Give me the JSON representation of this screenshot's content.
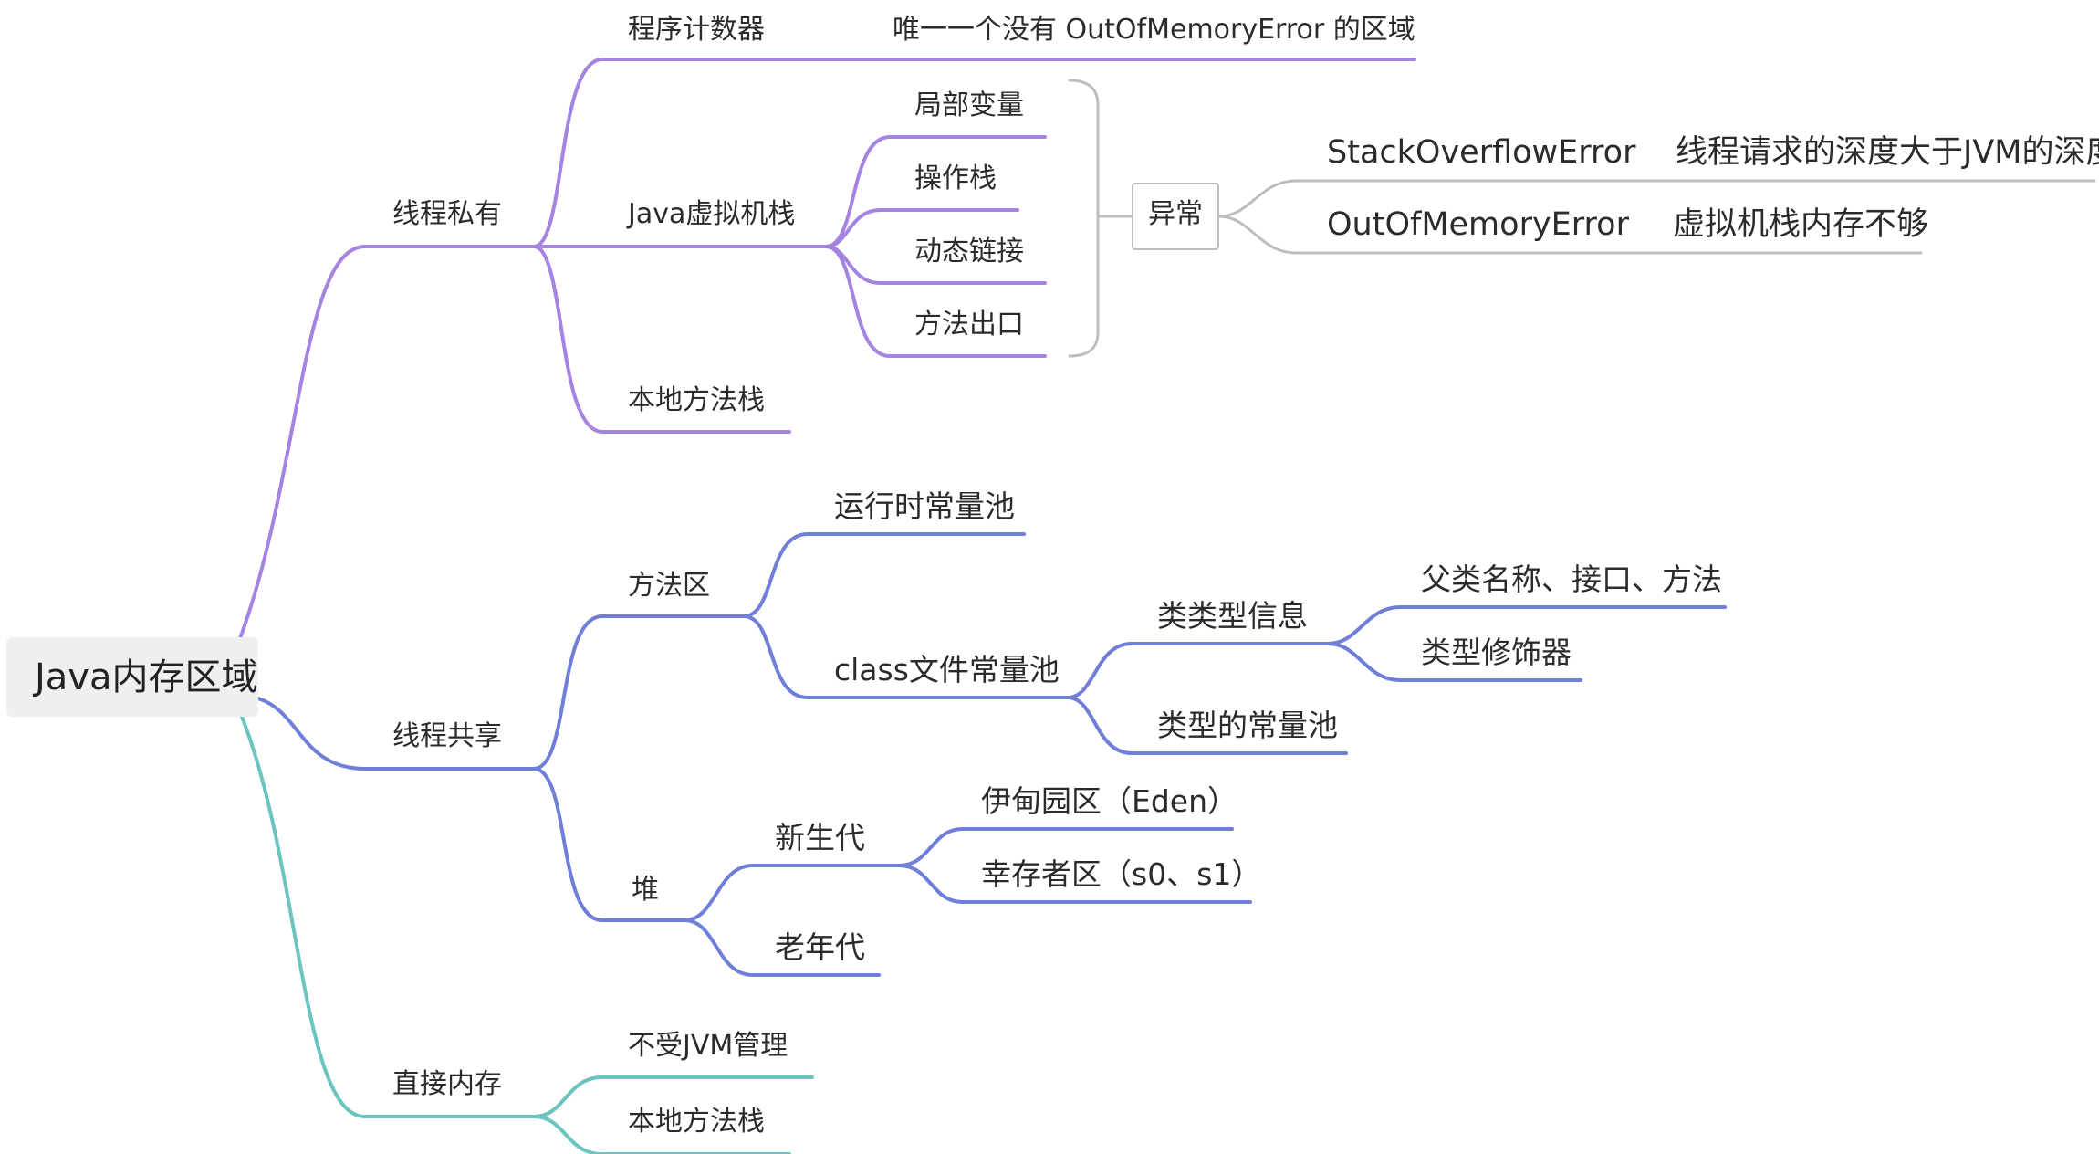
{
  "root": "Java内存区域",
  "colors": {
    "private": "#a583e0",
    "shared": "#6f7fd8",
    "direct": "#6cc4c0",
    "exception": "#bdbdbd",
    "text": "#2b2b2b"
  },
  "private": {
    "label": "线程私有",
    "pc": {
      "label": "程序计数器",
      "note": "唯一一个没有 OutOfMemoryError 的区域"
    },
    "vm_stack": {
      "label": "Java虚拟机栈",
      "frames": [
        "局部变量",
        "操作栈",
        "动态链接",
        "方法出口"
      ],
      "exception": {
        "label": "异常",
        "items": [
          {
            "name": "StackOverflowError",
            "desc": "线程请求的深度大于JVM的深度"
          },
          {
            "name": "OutOfMemoryError",
            "desc": "虚拟机栈内存不够"
          }
        ]
      }
    },
    "native_stack": "本地方法栈"
  },
  "shared": {
    "label": "线程共享",
    "method_area": {
      "label": "方法区",
      "runtime_pool": "运行时常量池",
      "class_pool": {
        "label": "class文件常量池",
        "type_info": {
          "label": "类类型信息",
          "items": [
            "父类名称、接口、方法",
            "类型修饰器"
          ]
        },
        "type_pool": "类型的常量池"
      }
    },
    "heap": {
      "label": "堆",
      "young": {
        "label": "新生代",
        "items": [
          "伊甸园区（Eden）",
          "幸存者区（s0、s1）"
        ]
      },
      "old": "老年代"
    }
  },
  "direct": {
    "label": "直接内存",
    "items": [
      "不受JVM管理",
      "本地方法栈"
    ]
  }
}
